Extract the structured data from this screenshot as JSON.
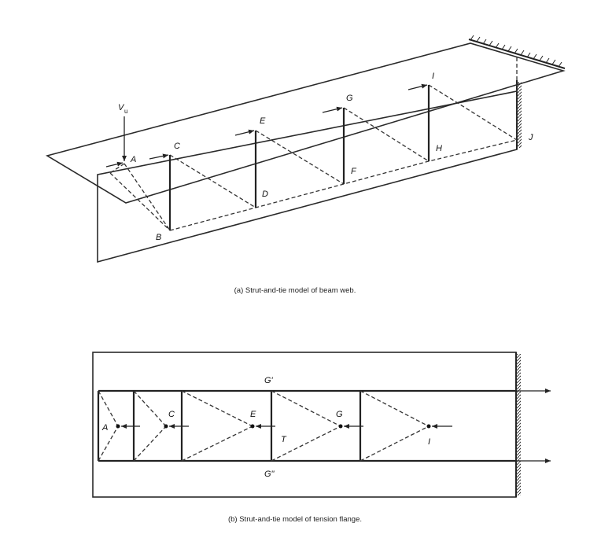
{
  "figure_a": {
    "caption": "(a) Strut-and-tie model of beam web.",
    "load_label": "V",
    "load_subscript": "u",
    "node_labels": [
      "A",
      "B",
      "C",
      "D",
      "E",
      "F",
      "G",
      "H",
      "I",
      "J"
    ]
  },
  "figure_b": {
    "caption": "(b) Strut-and-tie model of tension flange.",
    "node_labels": [
      "A",
      "C",
      "E",
      "G",
      "I"
    ],
    "top_label": "G'",
    "bottom_label": "G\"",
    "tie_label": "T"
  }
}
